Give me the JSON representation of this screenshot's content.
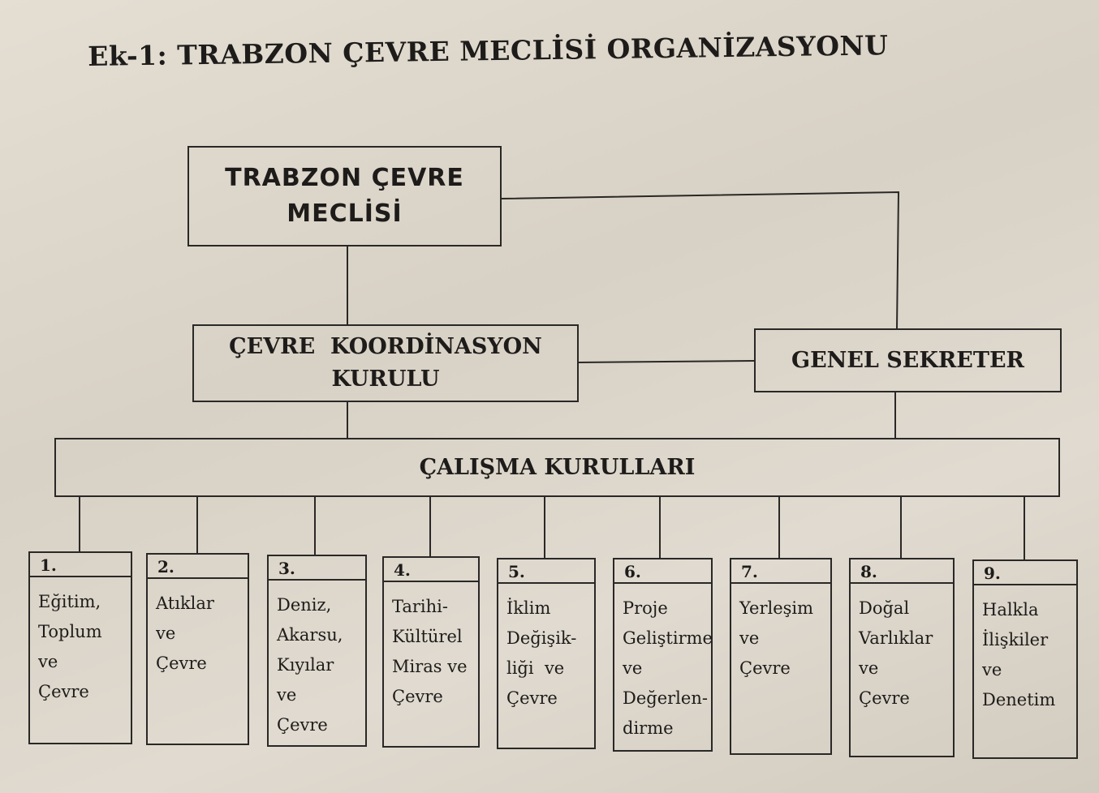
{
  "title": "Ek-1: TRABZON ÇEVRE MECLİSİ ORGANİZASYONU",
  "top_box": {
    "line1": "TRABZON ÇEVRE",
    "line2": "MECLİSİ"
  },
  "coordination": {
    "line1": "ÇEVRE  KOORDİNASYON",
    "line2": "KURULU"
  },
  "secretary": "GENEL SEKRETER",
  "working_groups": "ÇALIŞMA KURULLARI",
  "committees": [
    {
      "num": "1.",
      "lines": [
        "Eğitim,",
        "Toplum",
        "ve",
        "Çevre"
      ]
    },
    {
      "num": "2.",
      "lines": [
        "Atıklar",
        "ve",
        "Çevre"
      ]
    },
    {
      "num": "3.",
      "lines": [
        "Deniz,",
        "Akarsu,",
        "Kıyılar",
        "ve",
        "Çevre"
      ]
    },
    {
      "num": "4.",
      "lines": [
        "Tarihi-",
        "Kültürel",
        "Miras ve",
        "Çevre"
      ]
    },
    {
      "num": "5.",
      "lines": [
        "İklim",
        "Değişik-",
        "liği  ve",
        "Çevre"
      ]
    },
    {
      "num": "6.",
      "lines": [
        "Proje",
        "Geliştirme",
        "ve",
        "Değerlen-",
        "dirme"
      ]
    },
    {
      "num": "7.",
      "lines": [
        "Yerleşim",
        "ve",
        "Çevre"
      ]
    },
    {
      "num": "8.",
      "lines": [
        "Doğal",
        "Varlıklar",
        "ve",
        "Çevre"
      ]
    },
    {
      "num": "9.",
      "lines": [
        "Halkla",
        "İlişkiler",
        "ve",
        "Denetim"
      ]
    }
  ]
}
